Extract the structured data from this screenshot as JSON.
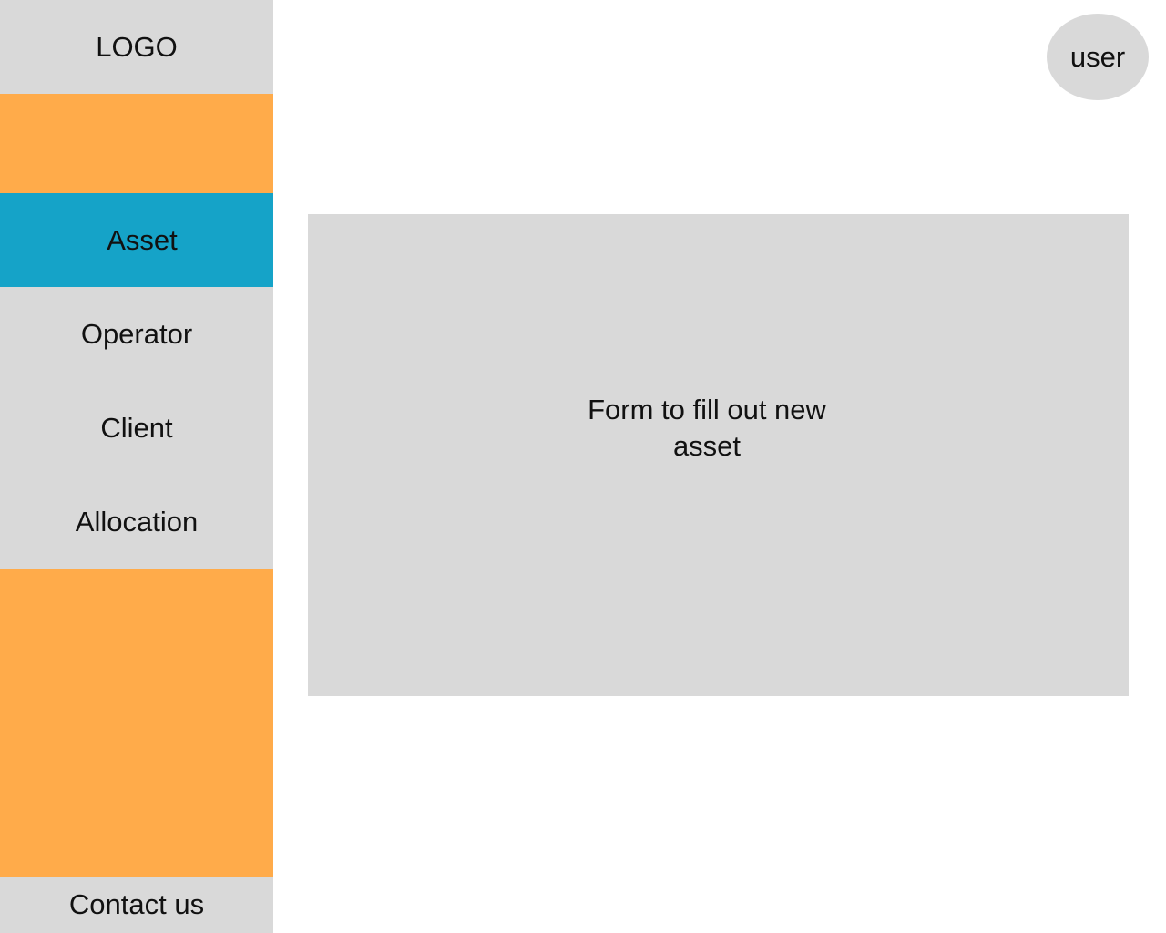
{
  "sidebar": {
    "logo_text": "LOGO",
    "nav": {
      "asset": "Asset",
      "operator": "Operator",
      "client": "Client",
      "allocation": "Allocation"
    },
    "active_item": "Asset",
    "contact_label": "Contact us"
  },
  "header": {
    "user_label": "user"
  },
  "main": {
    "form_placeholder": "Form to fill out new asset"
  },
  "colors": {
    "sidebar_background": "#d9d9d9",
    "accent_orange": "#ffab4a",
    "active_blue": "#15a3c8",
    "panel_gray": "#d9d9d9"
  }
}
